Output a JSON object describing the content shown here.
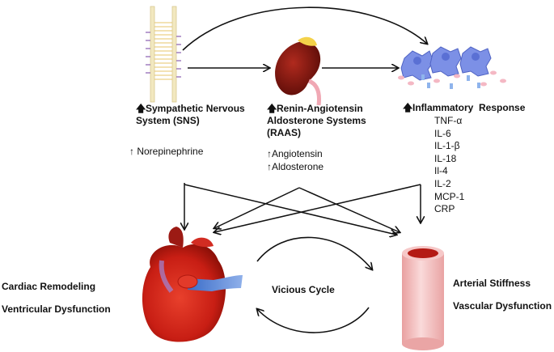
{
  "sns": {
    "title_line1": "Sympathetic Nervous",
    "title_line2": "System (SNS)",
    "marker": "↑ Norepinephrine"
  },
  "raas": {
    "title_line1": "Renin-Angiotensin",
    "title_line2": "Aldosterone Systems",
    "title_line3": "(RAAS)",
    "marker1": "↑Angiotensin",
    "marker2": "↑Aldosterone"
  },
  "inflammatory": {
    "title": "Inflammatory  Response",
    "markers": [
      "TNF-α",
      "IL-6",
      "IL-1-β",
      "IL-18",
      "Il-4",
      "IL-2",
      "MCP-1",
      "CRP"
    ]
  },
  "cardiac": {
    "line1": "Cardiac Remodeling",
    "line2": "Ventricular Dysfunction"
  },
  "vascular": {
    "line1": "Arterial Stiffness",
    "line2": "Vascular Dysfunction"
  },
  "cycle": {
    "label": "Vicious Cycle"
  },
  "colors": {
    "heart": "#c81e14",
    "artery": "#f2b3b3",
    "kidney": "#8b1a14",
    "cell": "#7a8ee8"
  }
}
